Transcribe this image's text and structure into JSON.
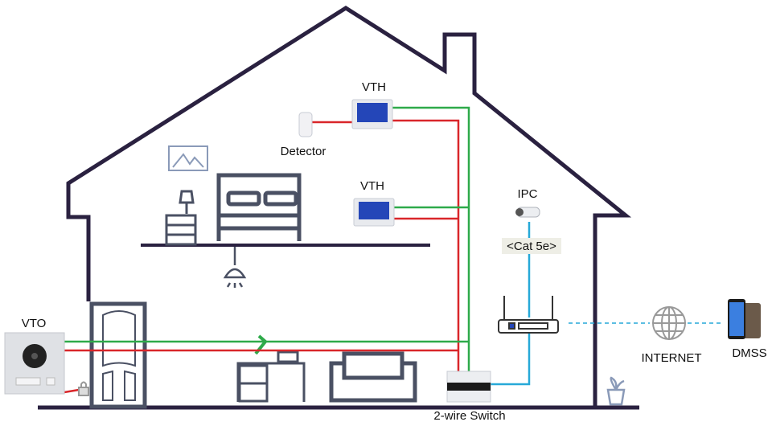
{
  "labels": {
    "vth_top": "VTH",
    "detector": "Detector",
    "vth_mid": "VTH",
    "ipc": "IPC",
    "cable": "<Cat 5e>",
    "vto": "VTO",
    "internet": "INTERNET",
    "dmss": "DMSS",
    "switch": "2-wire Switch"
  },
  "colors": {
    "house_outline": "#2a2140",
    "furniture": "#4a5063",
    "wire_green": "#2eaa4a",
    "wire_red": "#d9262a",
    "cable_blue": "#27a9d8",
    "screen": "#2446b8"
  }
}
